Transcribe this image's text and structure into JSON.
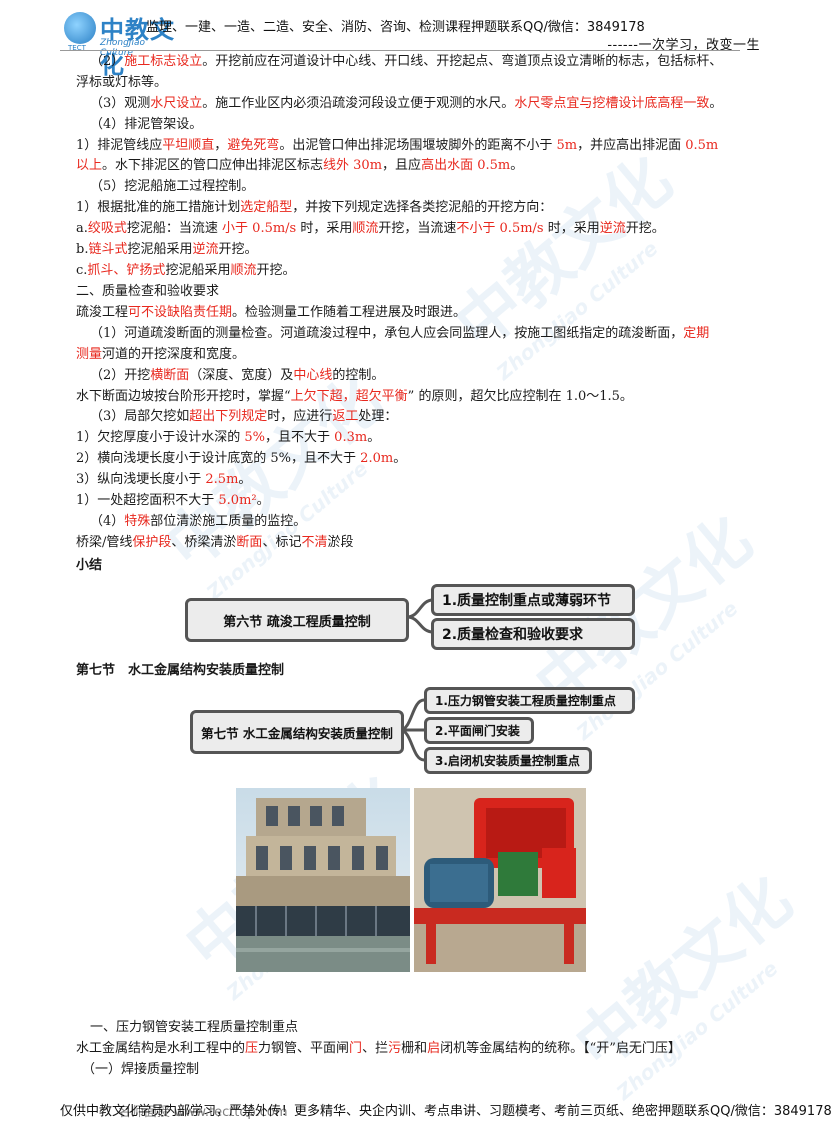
{
  "header": {
    "logo_brand": "中教文化",
    "logo_sub": "ZhongJiao Culture",
    "logo_tect": "TECT",
    "line1": "监理、一建、一造、二造、安全、消防、咨询、检测课程押题联系QQ/微信：3849178",
    "line2": "------一次学习，改变一生"
  },
  "watermark": {
    "text": "中教文化",
    "sub": "ZhongJiao Culture"
  },
  "body": {
    "l1": [
      [
        "（2）",
        ""
      ],
      [
        "施工标志设立",
        "red"
      ],
      [
        "。开挖前应在河道设计中心线、开口线、开挖起点、弯道顶点设立清晰的标志，包括标杆、",
        ""
      ]
    ],
    "l2": [
      [
        "浮标或灯标等。",
        ""
      ]
    ],
    "l3": [
      [
        "（3）观测",
        ""
      ],
      [
        "水尺设立",
        "red"
      ],
      [
        "。施工作业区内必须沿疏浚河段设立便于观测的水尺。",
        ""
      ],
      [
        "水尺零点宜与挖槽设计底高程一致",
        "red"
      ],
      [
        "。",
        ""
      ]
    ],
    "l4": [
      [
        "（4）排泥管架设。",
        ""
      ]
    ],
    "l5": [
      [
        "1）排泥管线应",
        ""
      ],
      [
        "平坦顺直",
        "red"
      ],
      [
        "，",
        ""
      ],
      [
        "避免死弯",
        "red"
      ],
      [
        "。出泥管口伸出排泥场围堰坡脚外的距离不小于 ",
        ""
      ],
      [
        "5m",
        "red"
      ],
      [
        "，并应高出排泥面 ",
        ""
      ],
      [
        "0.5m",
        "red"
      ]
    ],
    "l6": [
      [
        "以上",
        "red"
      ],
      [
        "。水下排泥区的管口应伸出排泥区标志",
        ""
      ],
      [
        "线外 30m",
        "red"
      ],
      [
        "，且应",
        ""
      ],
      [
        "高出水面 0.5m",
        "red"
      ],
      [
        "。",
        ""
      ]
    ],
    "l7": [
      [
        "（5）挖泥船施工过程控制。",
        ""
      ]
    ],
    "l8": [
      [
        "1）根据批准的施工措施计划",
        ""
      ],
      [
        "选定船型",
        "red"
      ],
      [
        "，并按下列规定选择各类挖泥船的开挖方向：",
        ""
      ]
    ],
    "l9": [
      [
        "a.",
        ""
      ],
      [
        "绞吸式",
        "red"
      ],
      [
        "挖泥船：当流速 ",
        ""
      ],
      [
        "小于 0.5m/s",
        "red"
      ],
      [
        " 时，采用",
        ""
      ],
      [
        "顺流",
        "red"
      ],
      [
        "开挖，当流速",
        ""
      ],
      [
        "不小于 0.5m/s",
        "red"
      ],
      [
        " 时，采用",
        ""
      ],
      [
        "逆流",
        "red"
      ],
      [
        "开挖。",
        ""
      ]
    ],
    "l10": [
      [
        "b.",
        ""
      ],
      [
        "链斗式",
        "red"
      ],
      [
        "挖泥船采用",
        ""
      ],
      [
        "逆流",
        "red"
      ],
      [
        "开挖。",
        ""
      ]
    ],
    "l11": [
      [
        "c.",
        ""
      ],
      [
        "抓斗、铲扬式",
        "red"
      ],
      [
        "挖泥船采用",
        ""
      ],
      [
        "顺流",
        "red"
      ],
      [
        "开挖。",
        ""
      ]
    ],
    "l12": [
      [
        "二、质量检查和验收要求",
        ""
      ]
    ],
    "l13": [
      [
        "疏浚工程",
        ""
      ],
      [
        "可不设缺陷责任期",
        "red"
      ],
      [
        "。检验测量工作随着工程进展及时跟进。",
        ""
      ]
    ],
    "l14": [
      [
        "（1）河道疏浚断面的测量检查。河道疏浚过程中，承包人应会同监理人，按施工图纸指定的疏浚断面，",
        ""
      ],
      [
        "定期",
        "red"
      ]
    ],
    "l15": [
      [
        "测量",
        "red"
      ],
      [
        "河道的开挖深度和宽度。",
        ""
      ]
    ],
    "l16": [
      [
        "（2）开挖",
        ""
      ],
      [
        "横断面",
        "red"
      ],
      [
        "（深度、宽度）及",
        ""
      ],
      [
        "中心线",
        "red"
      ],
      [
        "的控制。",
        ""
      ]
    ],
    "l17": [
      [
        "水下断面边坡按台阶形开挖时，掌握“",
        ""
      ],
      [
        "上欠下超，超欠平衡",
        "red"
      ],
      [
        "” 的原则，超欠比应控制在 1.0～1.5。",
        ""
      ]
    ],
    "l18": [
      [
        "（3）局部欠挖如",
        ""
      ],
      [
        "超出下列规定",
        "red"
      ],
      [
        "时，应进行",
        ""
      ],
      [
        "返工",
        "red"
      ],
      [
        "处理：",
        ""
      ]
    ],
    "l19": [
      [
        "1）欠挖厚度小于设计水深的 ",
        ""
      ],
      [
        "5%",
        "red"
      ],
      [
        "，且不大于 ",
        ""
      ],
      [
        "0.3m",
        "red"
      ],
      [
        "。",
        ""
      ]
    ],
    "l20": [
      [
        "2）横向浅埂长度小于设计底宽的 5%，且不大于 ",
        ""
      ],
      [
        "2.0m",
        "red"
      ],
      [
        "。",
        ""
      ]
    ],
    "l21": [
      [
        "3）纵向浅埂长度小于 ",
        ""
      ],
      [
        "2.5m",
        "red"
      ],
      [
        "。",
        ""
      ]
    ],
    "l22": [
      [
        "1）一处超挖面积不大于 ",
        ""
      ],
      [
        "5.0m²",
        "red"
      ],
      [
        "。",
        ""
      ]
    ],
    "l23": [
      [
        "（4）",
        ""
      ],
      [
        "特殊",
        "red"
      ],
      [
        "部位清淤施工质量的监控。",
        ""
      ]
    ],
    "l24": [
      [
        "桥梁/管线",
        ""
      ],
      [
        "保护段",
        "red"
      ],
      [
        "、桥梁清淤",
        ""
      ],
      [
        "断面",
        "red"
      ],
      [
        "、标记",
        ""
      ],
      [
        "不清",
        "red"
      ],
      [
        "淤段",
        ""
      ]
    ],
    "summary_label": "小结",
    "section7_title": "第七节　水工金属结构安装质量控制",
    "l25": [
      [
        "一、压力钢管安装工程质量控制重点",
        ""
      ]
    ],
    "l26": [
      [
        "水工金属结构是水利工程中的",
        ""
      ],
      [
        "压",
        "red"
      ],
      [
        "力钢管、平面闸",
        ""
      ],
      [
        "门",
        "red"
      ],
      [
        "、拦",
        ""
      ],
      [
        "污",
        "red"
      ],
      [
        "栅和",
        ""
      ],
      [
        "启",
        "red"
      ],
      [
        "闭机等金属结构的统称。【“开”启无门压】",
        ""
      ]
    ],
    "l27": [
      [
        "（一）焊接质量控制",
        ""
      ]
    ]
  },
  "mindmap1": {
    "root": "第六节 疏浚工程质量控制",
    "children": [
      "1.质量控制重点或薄弱环节",
      "2.质量检查和验收要求"
    ]
  },
  "mindmap2": {
    "root": "第七节 水工金属结构安装质量控制",
    "children": [
      "1.压力钢管安装工程质量控制重点",
      "2.平面闸门安装",
      "3.启闭机安装质量控制重点"
    ]
  },
  "photos": [
    {
      "name": "sluice-gate-building-photo"
    },
    {
      "name": "hoist-winch-photo"
    }
  ],
  "footer": {
    "text": "仅供中教文化学员内部学习，严禁外传！更多精华、央企内训、考点串讲、习题模考、考前三页纸、绝密押题联系QQ/微信：3849178",
    "overlap": "名师面授                                                                              www.tecttop.com"
  }
}
